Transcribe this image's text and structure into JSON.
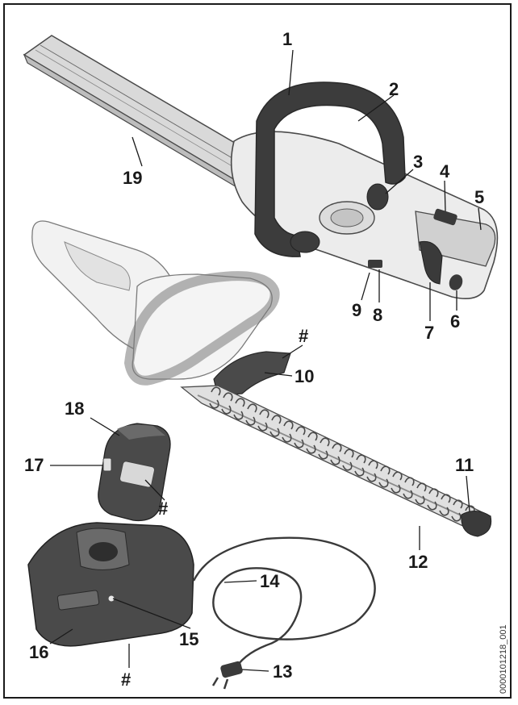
{
  "diagram": {
    "callouts": [
      {
        "id": "1",
        "text": "1"
      },
      {
        "id": "2",
        "text": "2"
      },
      {
        "id": "3",
        "text": "3"
      },
      {
        "id": "4",
        "text": "4"
      },
      {
        "id": "5",
        "text": "5"
      },
      {
        "id": "6",
        "text": "6"
      },
      {
        "id": "7",
        "text": "7"
      },
      {
        "id": "8",
        "text": "8"
      },
      {
        "id": "9",
        "text": "9"
      },
      {
        "id": "10",
        "text": "10"
      },
      {
        "id": "11",
        "text": "11"
      },
      {
        "id": "12",
        "text": "12"
      },
      {
        "id": "13",
        "text": "13"
      },
      {
        "id": "14",
        "text": "14"
      },
      {
        "id": "15",
        "text": "15"
      },
      {
        "id": "16",
        "text": "16"
      },
      {
        "id": "17",
        "text": "17"
      },
      {
        "id": "18",
        "text": "18"
      },
      {
        "id": "19",
        "text": "19"
      },
      {
        "id": "hash-guard",
        "text": "#"
      },
      {
        "id": "hash-battery",
        "text": "#"
      },
      {
        "id": "hash-charger",
        "text": "#"
      }
    ],
    "reference_code": "0000101218_001"
  },
  "colors": {
    "outline": "#4a4a4a",
    "body_light": "#e9e9e9",
    "body_mid": "#cfcfcf",
    "dark": "#3a3a3a",
    "label": "#1a1a1a"
  }
}
